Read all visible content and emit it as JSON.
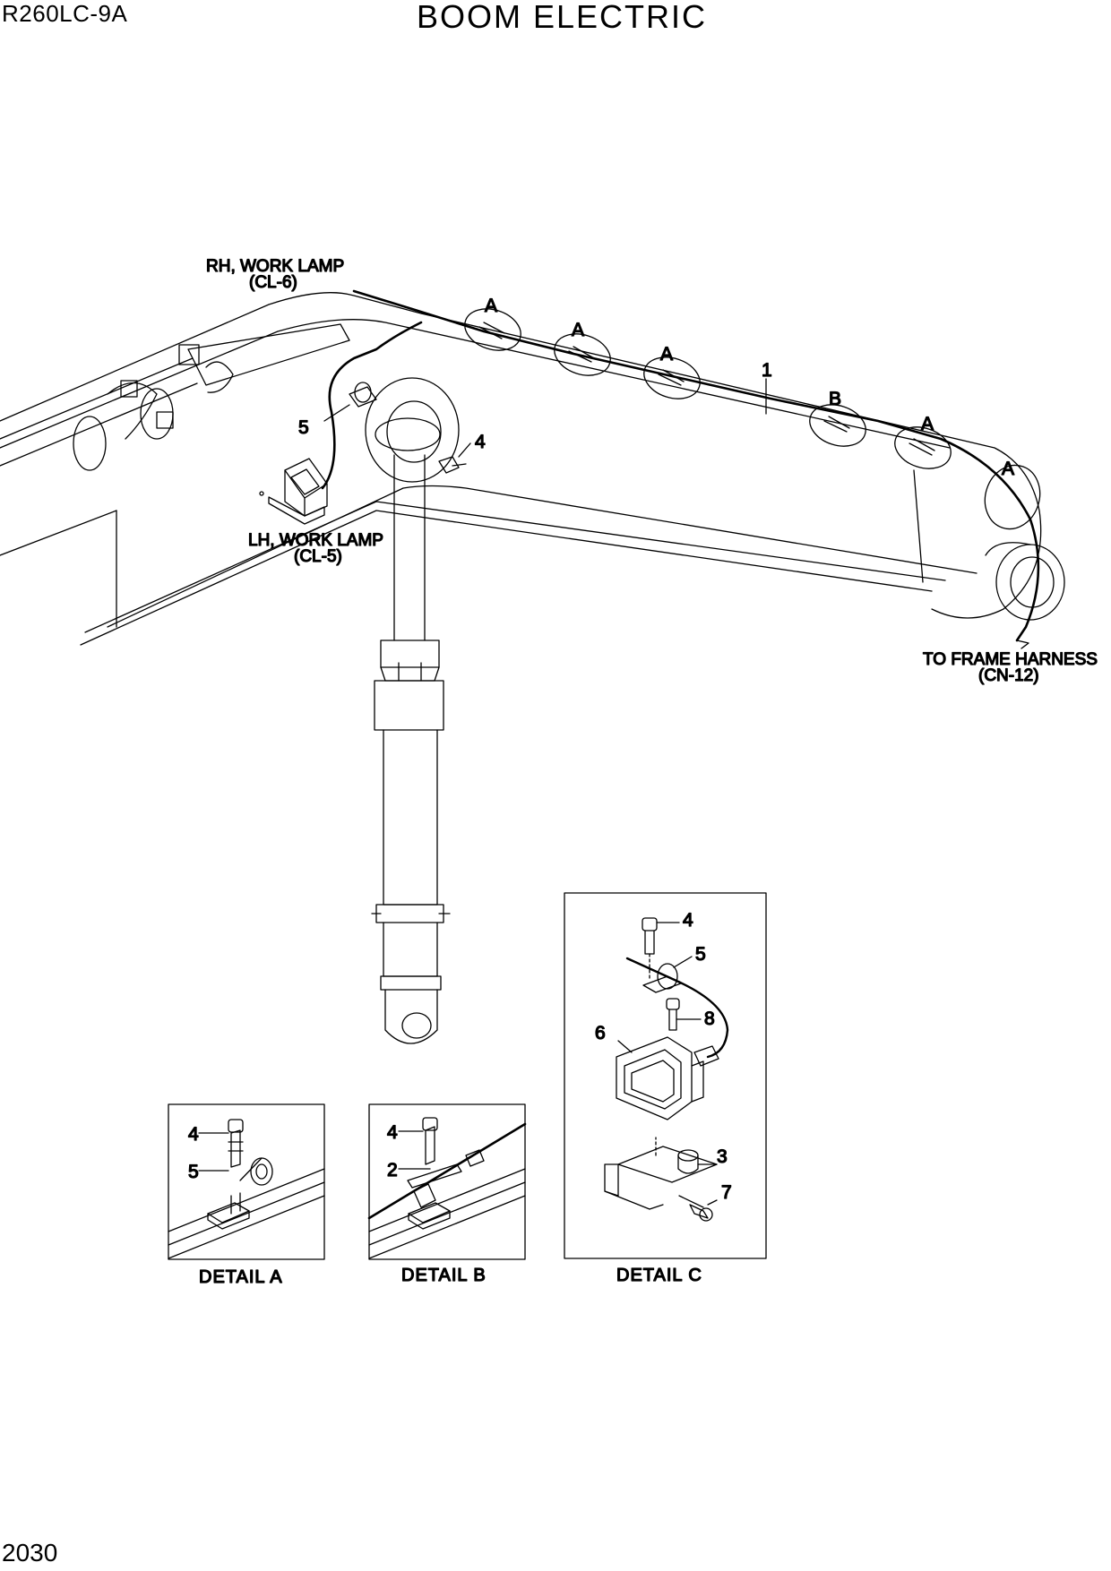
{
  "header": {
    "model": "R260LC-9A",
    "title": "BOOM ELECTRIC",
    "page_number": "2030"
  },
  "labels": {
    "rh_lamp_line1": "RH, WORK LAMP",
    "rh_lamp_line2": "(CL-6)",
    "lh_lamp_line1": "LH, WORK LAMP",
    "lh_lamp_line2": "(CL-5)",
    "frame_line1": "TO FRAME HARNESS",
    "frame_line2": "(CN-12)"
  },
  "callouts": {
    "a": "A",
    "b": "B",
    "p1": "1",
    "p2": "2",
    "p3": "3",
    "p4": "4",
    "p5": "5",
    "p6": "6",
    "p7": "7",
    "p8": "8"
  },
  "details": {
    "a": "DETAIL  A",
    "b": "DETAIL  B",
    "c": "DETAIL  C"
  }
}
